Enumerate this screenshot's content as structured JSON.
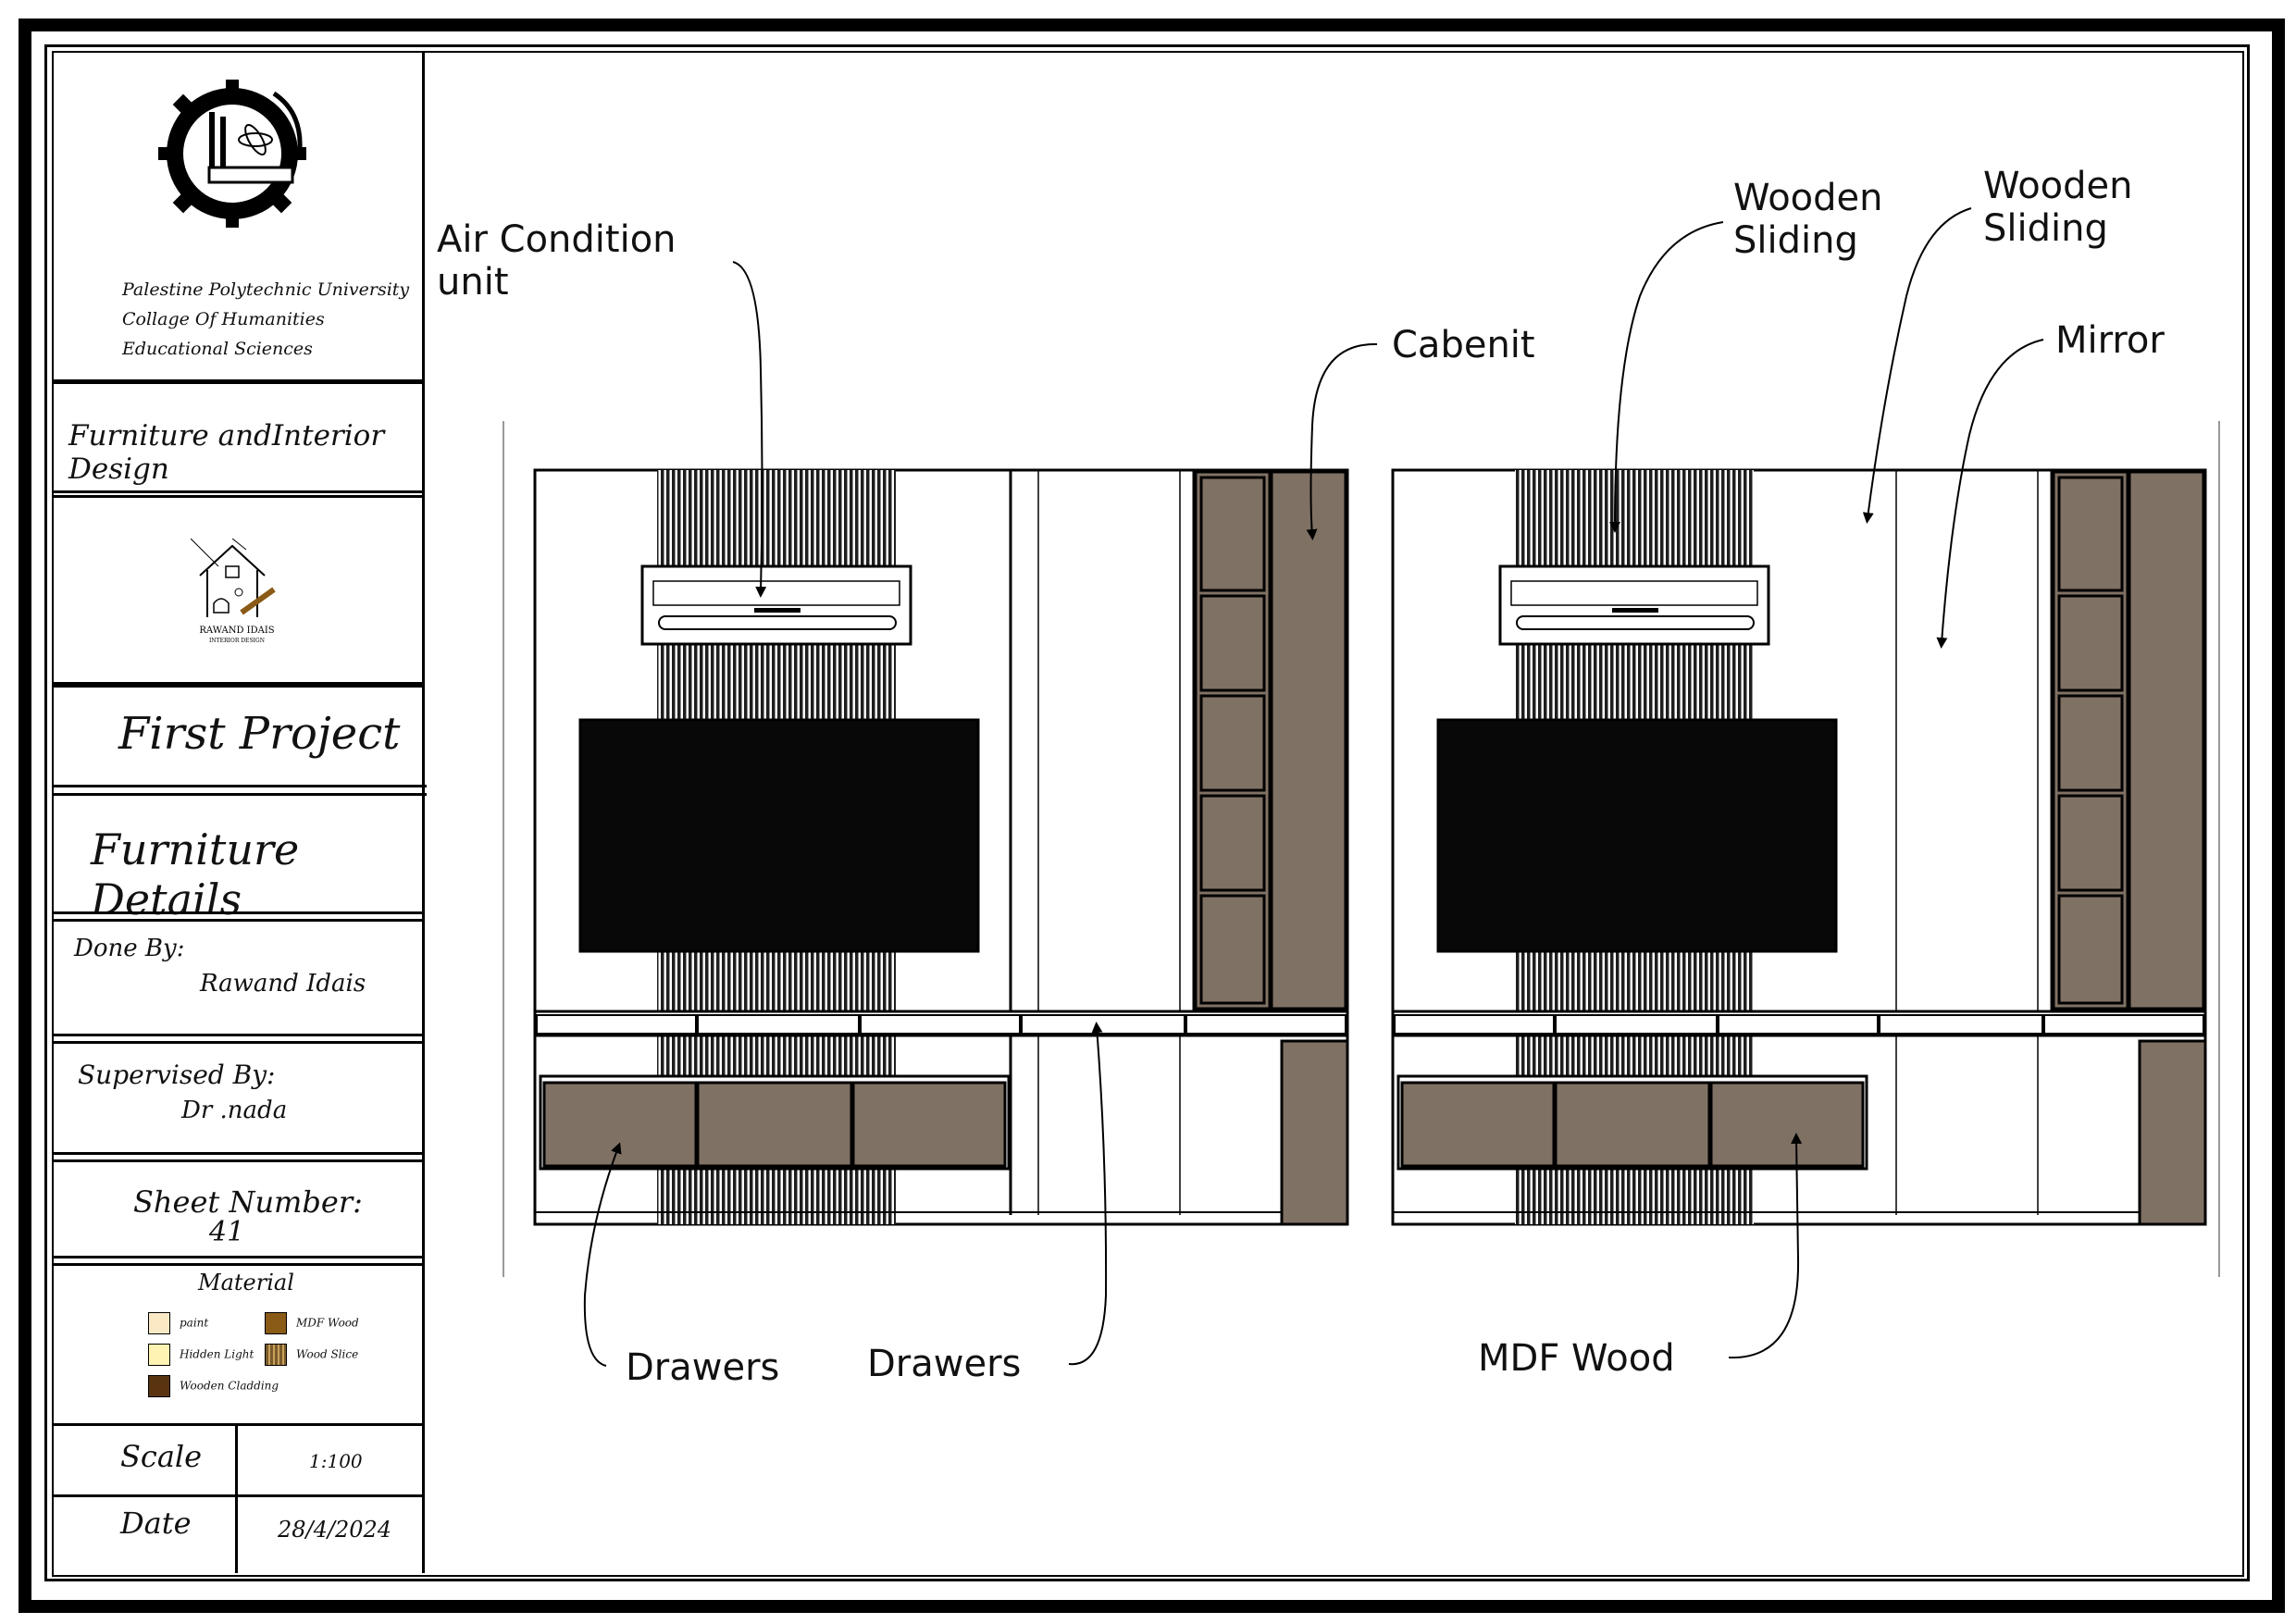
{
  "title_block": {
    "university": [
      "Palestine Polytechnic University",
      "Collage Of Humanities",
      "Educational Sciences"
    ],
    "course": "Furniture andInterior Design",
    "designer_logo_name": "RAWAND IDAIS",
    "designer_logo_sub": "INTERIOR DESIGN",
    "project": "First Project",
    "sheet_title": "Furniture Details",
    "done_by_label": "Done By:",
    "done_by_name": "Rawand Idais",
    "supervised_label": "Supervised By:",
    "supervised_name": "Dr .nada",
    "sheet_number_label": "Sheet Number:",
    "sheet_number": "41",
    "material_title": "Material",
    "materials": [
      {
        "name": "paint",
        "color": "#fbe9c6"
      },
      {
        "name": "MDF Wood",
        "color": "#8a5a17"
      },
      {
        "name": "Hidden Light",
        "color": "#fff3b3"
      },
      {
        "name": "Wood Slice",
        "color": "#7a5b2a"
      },
      {
        "name": "Wooden Cladding",
        "color": "#5a3410"
      }
    ],
    "scale_label": "Scale",
    "scale_value": "1:100",
    "date_label": "Date",
    "date_value": "28/4/2024"
  },
  "annotations": {
    "air_condition": [
      "Air Condition",
      "unit"
    ],
    "cabenit": "Cabenit",
    "wooden_sliding_1": [
      "Wooden",
      "Sliding"
    ],
    "wooden_sliding_2": [
      "Wooden",
      "Sliding"
    ],
    "mirror": "Mirror",
    "drawers_1": "Drawers",
    "drawers_2": "Drawers",
    "mdf_wood": "MDF Wood"
  },
  "colors": {
    "wood": "#7f7164",
    "tv": "#080808",
    "cladding": "#1e1e1e"
  }
}
